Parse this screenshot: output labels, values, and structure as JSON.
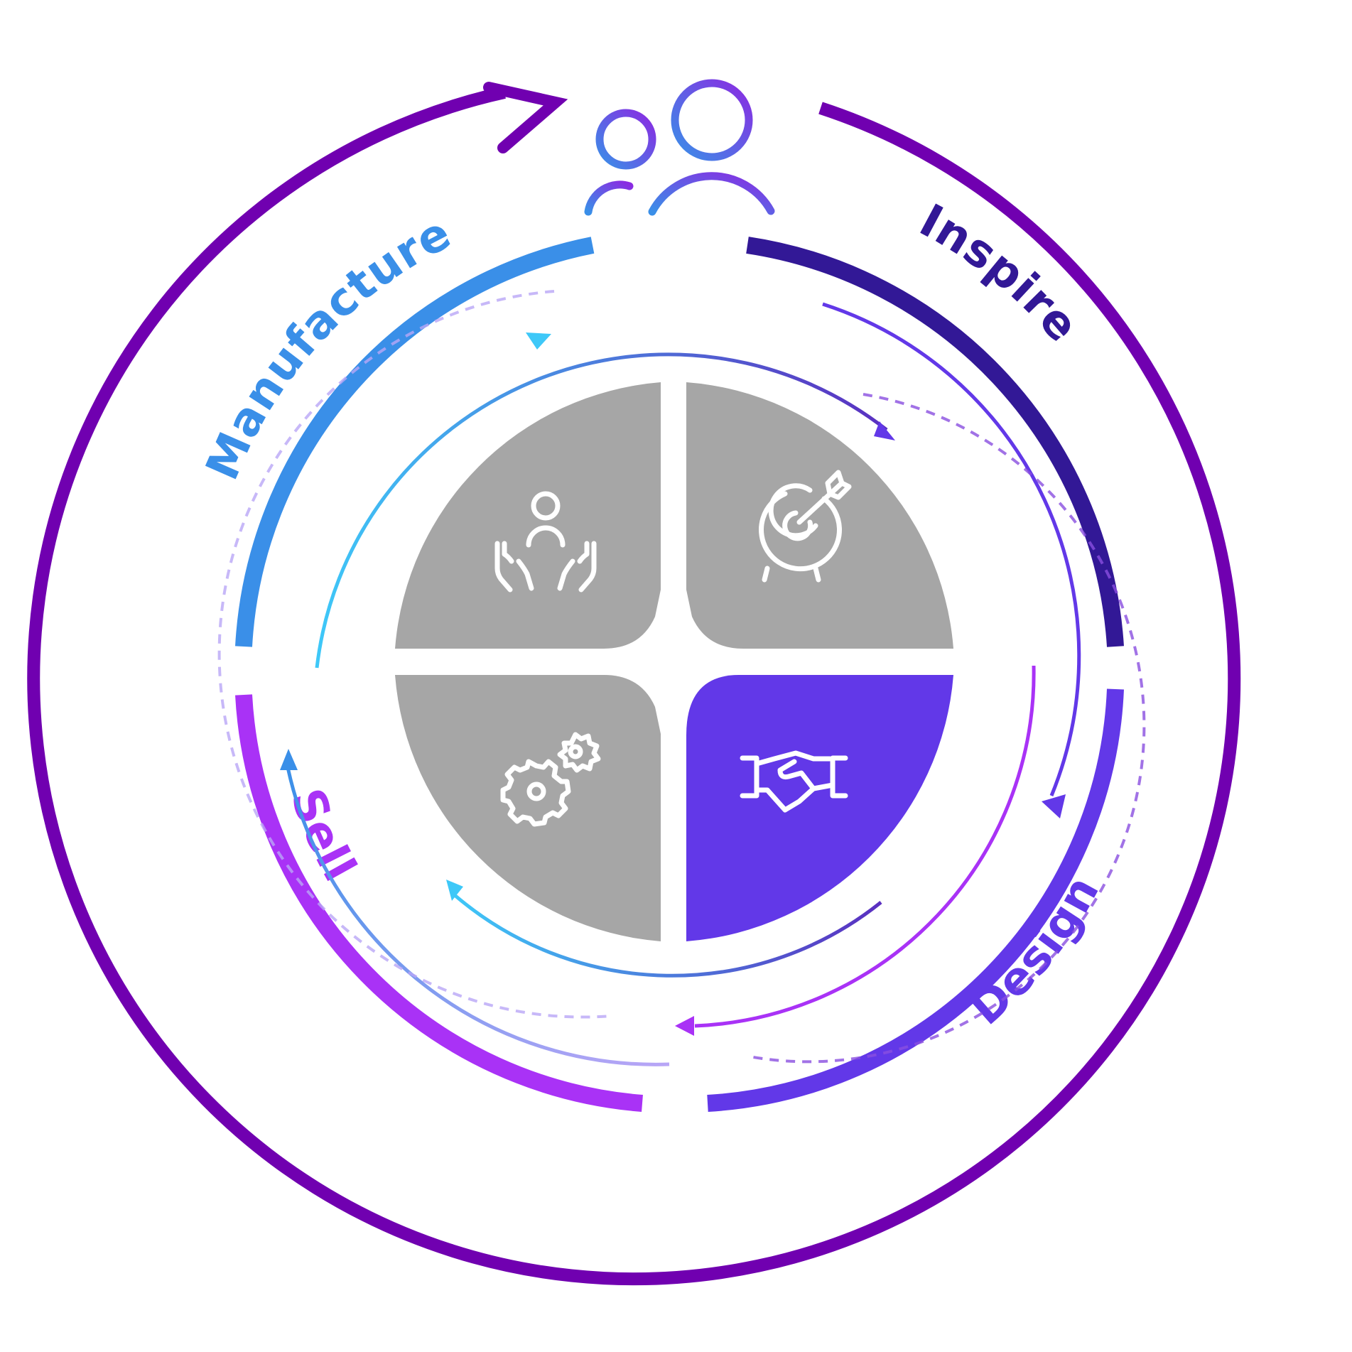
{
  "labels": {
    "manufacture": "Manufacture",
    "inspire": "Inspire",
    "design": "Design",
    "sell": "Sell"
  },
  "colors": {
    "outer_ring": "#7000b0",
    "manufacture": "#3a8fe8",
    "inspire": "#321896",
    "design": "#6238e8",
    "sell": "#a932f6",
    "quadrant_grey": "#a6a6a6",
    "quadrant_active": "#6238e8",
    "cyan": "#3ec8f8"
  },
  "quadrants": [
    {
      "name": "people-support",
      "icon": "hands-holding-person-icon",
      "active": false
    },
    {
      "name": "target-goal",
      "icon": "target-arrow-icon",
      "active": false
    },
    {
      "name": "operations",
      "icon": "gears-icon",
      "active": false
    },
    {
      "name": "partnership",
      "icon": "handshake-icon",
      "active": true
    }
  ],
  "top_icon": "users-icon"
}
